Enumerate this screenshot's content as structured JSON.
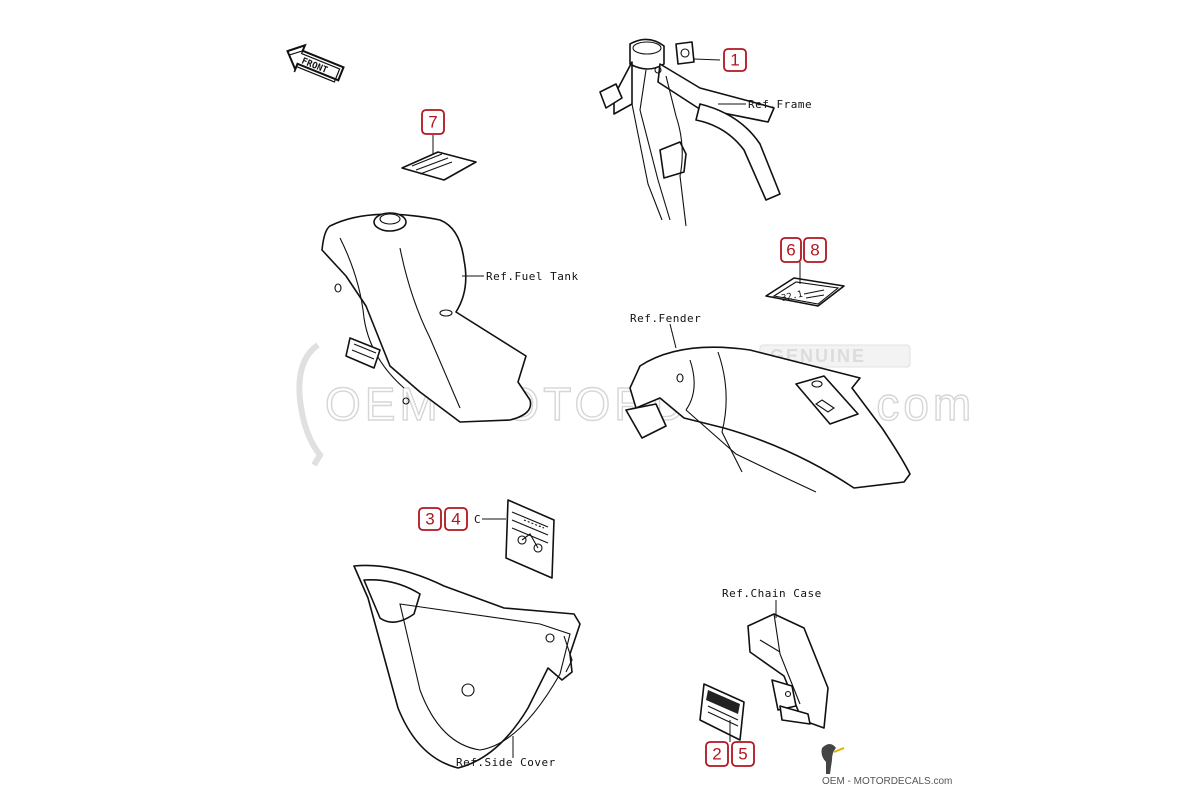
{
  "front_label": "FRONT",
  "watermark": {
    "main": "OEM-MOTORDECALS.com",
    "badge": "GENUINE"
  },
  "footer_logo": "OEM - MOTORDECALS.com",
  "callouts": [
    {
      "id": "1",
      "label": "1"
    },
    {
      "id": "2",
      "label": "2"
    },
    {
      "id": "3",
      "label": "3"
    },
    {
      "id": "4",
      "label": "4"
    },
    {
      "id": "5",
      "label": "5"
    },
    {
      "id": "6",
      "label": "6"
    },
    {
      "id": "7",
      "label": "7"
    },
    {
      "id": "8",
      "label": "8"
    }
  ],
  "callout_suffix_c": "C",
  "refs": {
    "frame": "Ref.Frame",
    "fuel_tank": "Ref.Fuel Tank",
    "fender": "Ref.Fender",
    "chain_case": "Ref.Chain Case",
    "side_cover": "Ref.Side Cover"
  },
  "decal_text_6_8": "32.1"
}
